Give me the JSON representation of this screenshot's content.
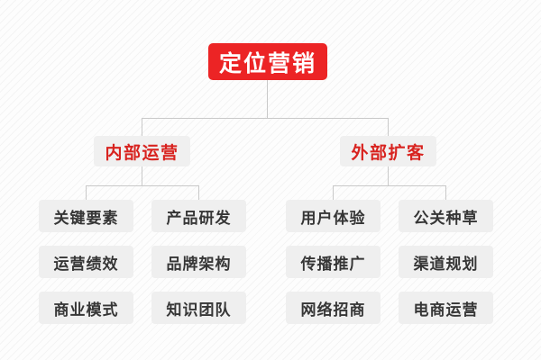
{
  "diagram": {
    "title": "定位营销",
    "type": "org-chart",
    "colors": {
      "root_background": "#ec2425",
      "root_text": "#ffffff",
      "branch_background": "#f0f0f0",
      "branch_text": "#d8231f",
      "leaf_background": "#efefef",
      "leaf_text": "#363636",
      "connector": "#c9c9c9",
      "page_background": "#fdfdfd"
    },
    "root": {
      "label": "定位营销"
    },
    "branches": [
      {
        "label": "内部运营",
        "columns": [
          {
            "items": [
              {
                "label": "关键要素"
              },
              {
                "label": "运营绩效"
              },
              {
                "label": "商业模式"
              }
            ]
          },
          {
            "items": [
              {
                "label": "产品研发"
              },
              {
                "label": "品牌架构"
              },
              {
                "label": "知识团队"
              }
            ]
          }
        ]
      },
      {
        "label": "外部扩客",
        "columns": [
          {
            "items": [
              {
                "label": "用户体验"
              },
              {
                "label": "传播推广"
              },
              {
                "label": "网络招商"
              }
            ]
          },
          {
            "items": [
              {
                "label": "公关种草"
              },
              {
                "label": "渠道规划"
              },
              {
                "label": "电商运营"
              }
            ]
          }
        ]
      }
    ]
  }
}
